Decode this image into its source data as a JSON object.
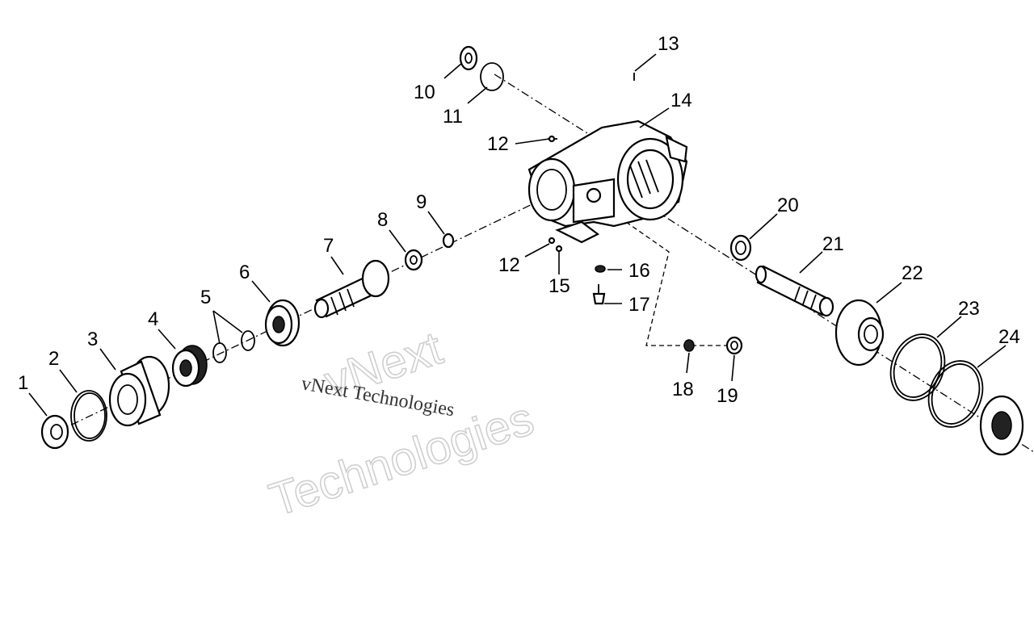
{
  "callouts": {
    "c1": "1",
    "c2": "2",
    "c3": "3",
    "c4": "4",
    "c5": "5",
    "c6": "6",
    "c7": "7",
    "c8": "8",
    "c9": "9",
    "c10": "10",
    "c11": "11",
    "c12a": "12",
    "c12b": "12",
    "c13": "13",
    "c14": "14",
    "c15": "15",
    "c16": "16",
    "c17": "17",
    "c18": "18",
    "c19": "19",
    "c20": "20",
    "c21": "21",
    "c22": "22",
    "c23": "23",
    "c24": "24"
  },
  "watermark": {
    "big_line1": "vNext",
    "big_line2": "Technologies",
    "small": "vNext Technologies"
  }
}
